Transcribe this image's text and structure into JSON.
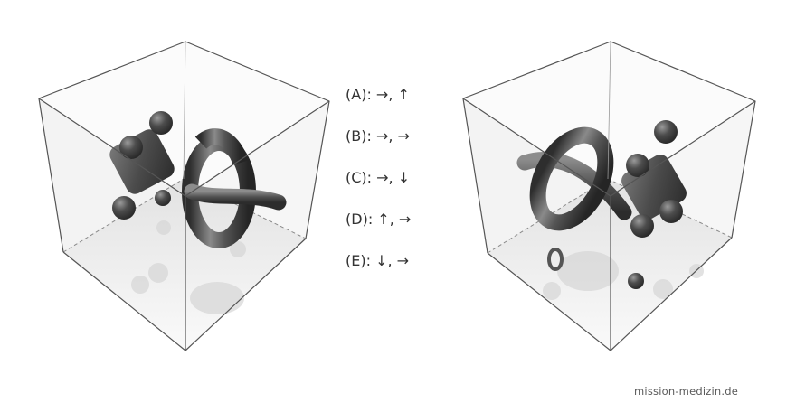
{
  "options": [
    {
      "letter": "(A)",
      "rotation": "→, ↑"
    },
    {
      "letter": "(B)",
      "rotation": "→, →"
    },
    {
      "letter": "(C)",
      "rotation": "→, ↓"
    },
    {
      "letter": "(D)",
      "rotation": "↑, →"
    },
    {
      "letter": "(E)",
      "rotation": "↓, →"
    }
  ],
  "watermark": "mission-medizin.de",
  "colors": {
    "edge": "#555555",
    "object": "#4a4a4a",
    "glass": "#f1f1f1"
  }
}
